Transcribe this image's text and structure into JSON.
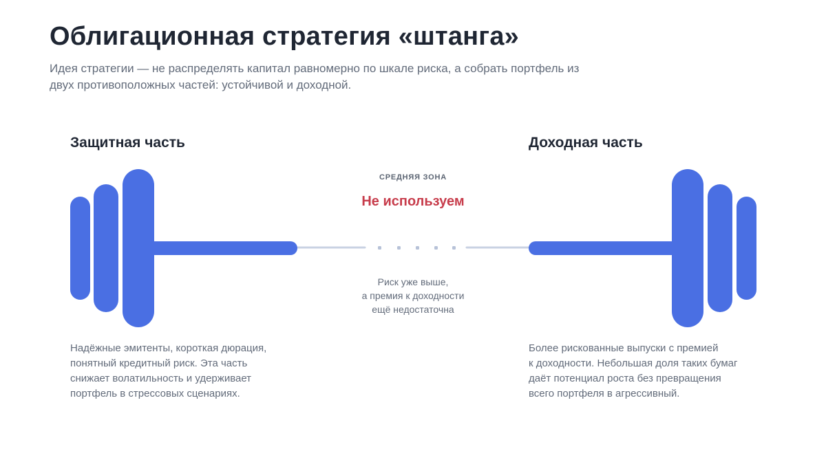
{
  "title": "Облигационная стратегия «штанга»",
  "subtitle": "Идея стратегии — не распределять капитал равномерно по шкале риска, а собрать портфель из двух противоположных частей: устойчивой и доходной.",
  "left_part": {
    "title": "Защитная часть",
    "description_lines": [
      "Надёжные эмитенты, короткая дюрация,",
      "понятный кредитный риск. Эта часть",
      "снижает волатильность и удерживает",
      "портфель в стрессовых сценариях."
    ]
  },
  "right_part": {
    "title": "Доходная часть",
    "description_lines": [
      "Более рискованные выпуски с премией",
      "к доходности. Небольшая доля таких бумаг",
      "даёт потенциал роста без превращения",
      "всего портфеля в агрессивный."
    ]
  },
  "middle_zone": {
    "label": "СРЕДНЯЯ ЗОНА",
    "status": "Не используем",
    "note_lines": [
      "Риск уже выше,",
      "а премия к доходности",
      "ещё недостаточна"
    ]
  },
  "colors": {
    "accent": "#4a6fe3",
    "bar_line": "#c9d2e3",
    "status": "#c73c4b",
    "title": "#1f2633",
    "muted_text": "#626b7a"
  }
}
